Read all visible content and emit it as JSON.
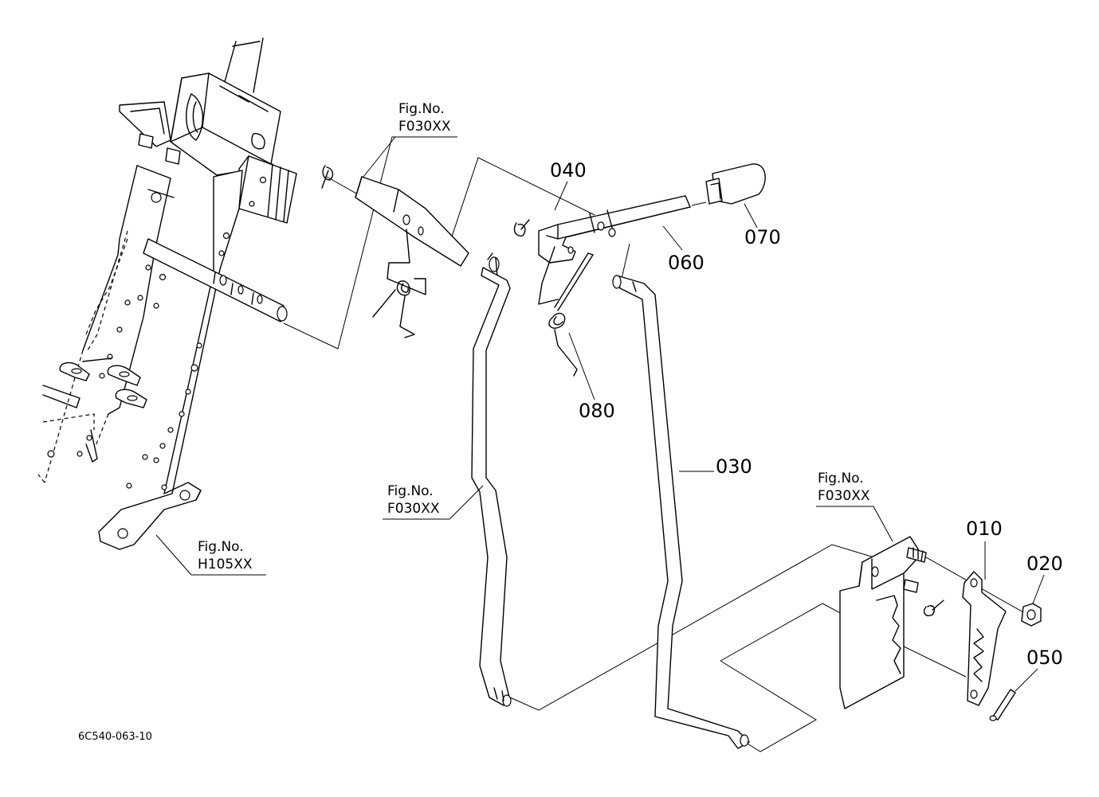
{
  "drawing_code": "6C540-063-10",
  "part_numbers": {
    "p010": "010",
    "p020": "020",
    "p030": "030",
    "p040": "040",
    "p050": "050",
    "p060": "060",
    "p070": "070",
    "p080": "080"
  },
  "figure_refs": {
    "top": {
      "line1": "Fig.No.",
      "line2": "F030XX"
    },
    "middle": {
      "line1": "Fig.No.",
      "line2": "F030XX"
    },
    "right": {
      "line1": "Fig.No.",
      "line2": "F030XX"
    },
    "frame": {
      "line1": "Fig.No.",
      "line2": "H105XX"
    }
  }
}
